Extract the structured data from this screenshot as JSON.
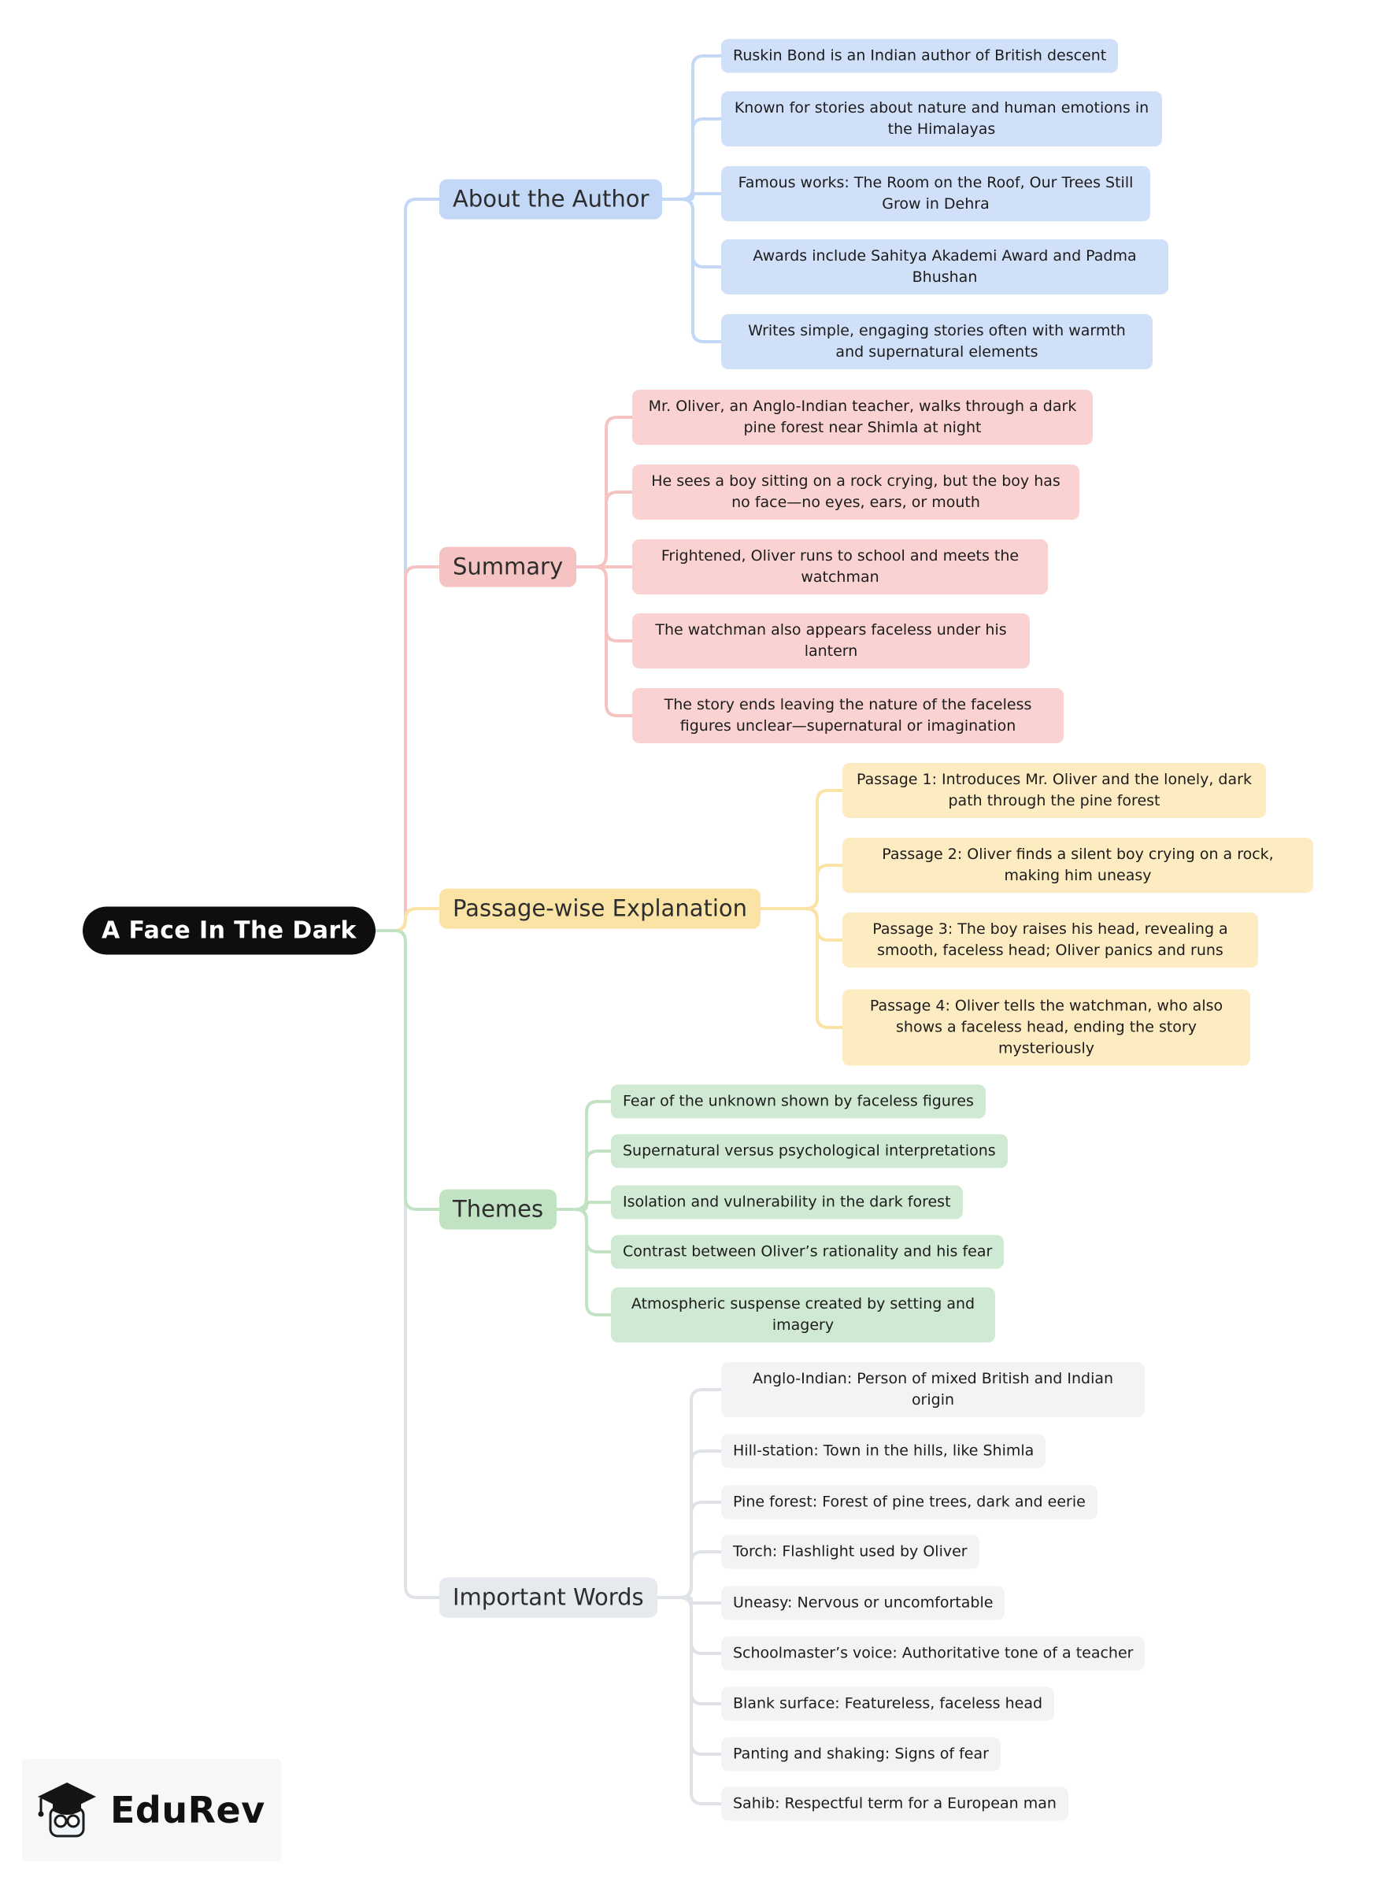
{
  "root": {
    "label": "A Face In The Dark",
    "bg": "#0e0e0e",
    "text_color": "#ffffff"
  },
  "branches": [
    {
      "label": "About the Author",
      "colors": {
        "label": "#c3d7f6",
        "leaf": "#d0e0f9",
        "line": "#c3d7f6"
      },
      "children": [
        "Ruskin Bond is an Indian author of British descent",
        "Known for stories about nature and human emotions in the Himalayas",
        "Famous works: The Room on the Roof, Our Trees Still Grow in Dehra",
        "Awards include Sahitya Akademi Award and Padma Bhushan",
        "Writes simple, engaging stories often with warmth and supernatural elements"
      ]
    },
    {
      "label": "Summary",
      "colors": {
        "label": "#f6c3c3",
        "leaf": "#f9d2d1",
        "line": "#f6c3c3"
      },
      "children": [
        "Mr. Oliver, an Anglo-Indian teacher, walks through a dark pine forest near Shimla at night",
        "He sees a boy sitting on a rock crying, but the boy has no face—no eyes, ears, or mouth",
        "Frightened, Oliver runs to school and meets the watchman",
        "The watchman also appears faceless under his lantern",
        "The story ends leaving the nature of the faceless figures unclear—supernatural or imagination"
      ]
    },
    {
      "label": "Passage-wise Explanation",
      "colors": {
        "label": "#fbe3a6",
        "leaf": "#fdecc1",
        "line": "#fbe3a6"
      },
      "children": [
        "Passage 1: Introduces Mr. Oliver and the lonely, dark path through the pine forest",
        "Passage 2: Oliver finds a silent boy crying on a rock, making him uneasy",
        "Passage 3: The boy raises his head, revealing a smooth, faceless head; Oliver panics and runs",
        "Passage 4: Oliver tells the watchman, who also shows a faceless head, ending the story mysteriously"
      ]
    },
    {
      "label": "Themes",
      "colors": {
        "label": "#c2e2c4",
        "leaf": "#d0e9d3",
        "line": "#c2e2c4"
      },
      "children": [
        "Fear of the unknown shown by faceless figures",
        "Supernatural versus psychological interpretations",
        "Isolation and vulnerability in the dark forest",
        "Contrast between Oliver’s rationality and his fear",
        "Atmospheric suspense created by setting and imagery"
      ]
    },
    {
      "label": "Important Words",
      "colors": {
        "label": "#e6e9ed",
        "leaf": "#f1f3f4",
        "line": "#dfe3e7"
      },
      "children": [
        "Anglo-Indian: Person of mixed British and Indian origin",
        "Hill-station: Town in the hills, like Shimla",
        "Pine forest: Forest of pine trees, dark and eerie",
        "Torch: Flashlight used by Oliver",
        "Uneasy: Nervous or uncomfortable",
        "Schoolmaster’s voice: Authoritative tone of a teacher",
        "Blank surface: Featureless, faceless head",
        "Panting and shaking: Signs of fear",
        "Sahib: Respectful term for a European man"
      ]
    }
  ],
  "logo": {
    "brand": "EduRev"
  }
}
